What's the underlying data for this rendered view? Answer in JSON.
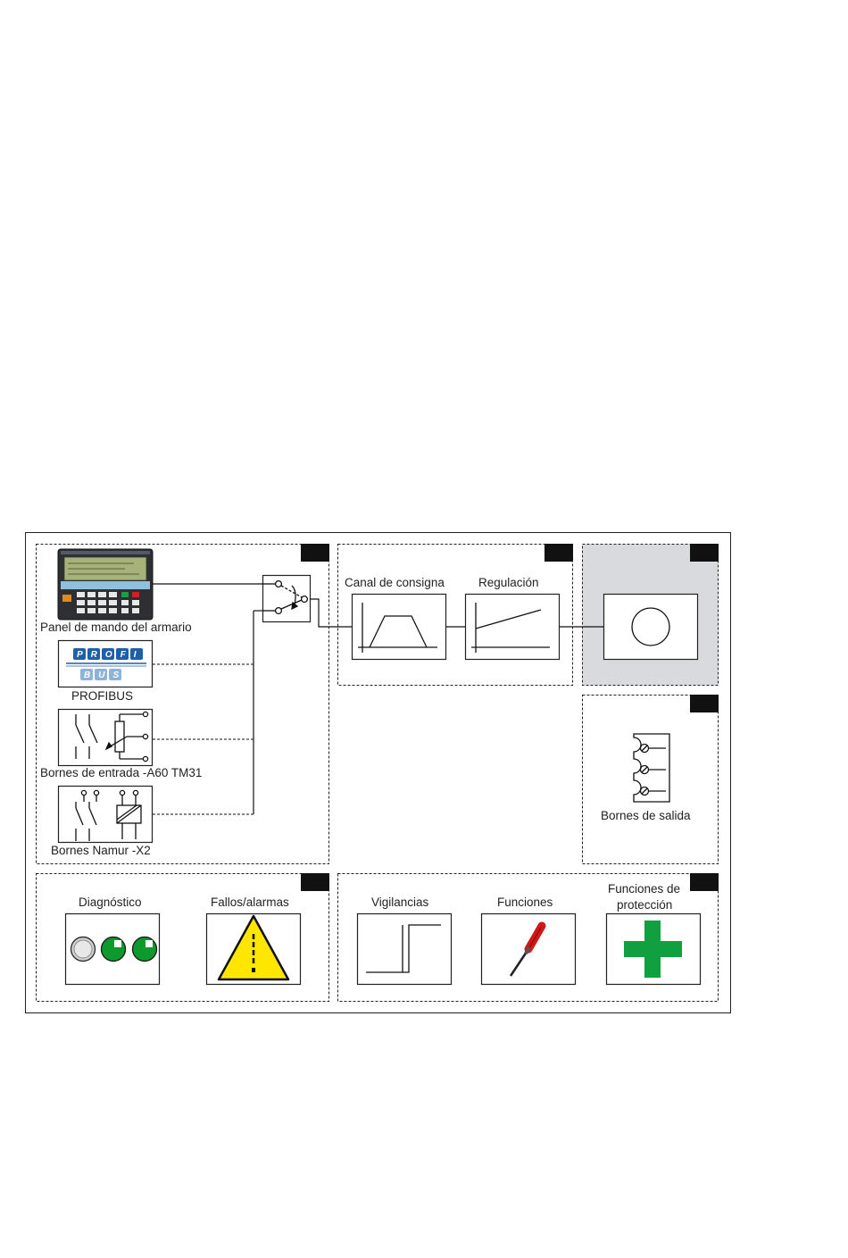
{
  "labels": {
    "operator_panel": "Panel de mando del armario",
    "profibus": "PROFIBUS",
    "profi_logo_top": "PROFI",
    "profi_logo_bottom": "BUS",
    "input_terminals": "Bornes de entrada -A60 TM31",
    "namur_terminals": "Bornes Namur -X2",
    "setpoint_channel": "Canal de consigna",
    "control": "Regulación",
    "output_terminals": "Bornes de salida",
    "diagnostics": "Diagnóstico",
    "faults_alarms": "Fallos/alarmas",
    "monitoring": "Vigilancias",
    "functions": "Funciones",
    "protection_line1": "Funciones de",
    "protection_line2": "protección"
  },
  "colors": {
    "motor_area": "#d8dadd",
    "corner_tag": "#111111",
    "led_green": "#0c9a2c",
    "led_off": "#d0d0d0",
    "warning_yellow": "#ffe600",
    "cross_green": "#10a040",
    "screwdriver_red": "#d01818",
    "profibus_blue": "#1d5fa8"
  },
  "icons": {
    "operator_panel": "operator-panel-icon",
    "profibus": "profibus-logo-icon",
    "terminals_in": "terminal-block-icon",
    "namur": "namur-terminal-icon",
    "selector": "selector-switch-icon",
    "ramp": "ramp-generator-icon",
    "controller": "controller-icon",
    "motor": "motor-icon",
    "terminals_out": "output-terminals-icon",
    "diagnostics": "status-leds-icon",
    "alarm": "warning-triangle-icon",
    "monitoring": "threshold-icon",
    "functions": "screwdriver-icon",
    "protection": "first-aid-cross-icon"
  }
}
